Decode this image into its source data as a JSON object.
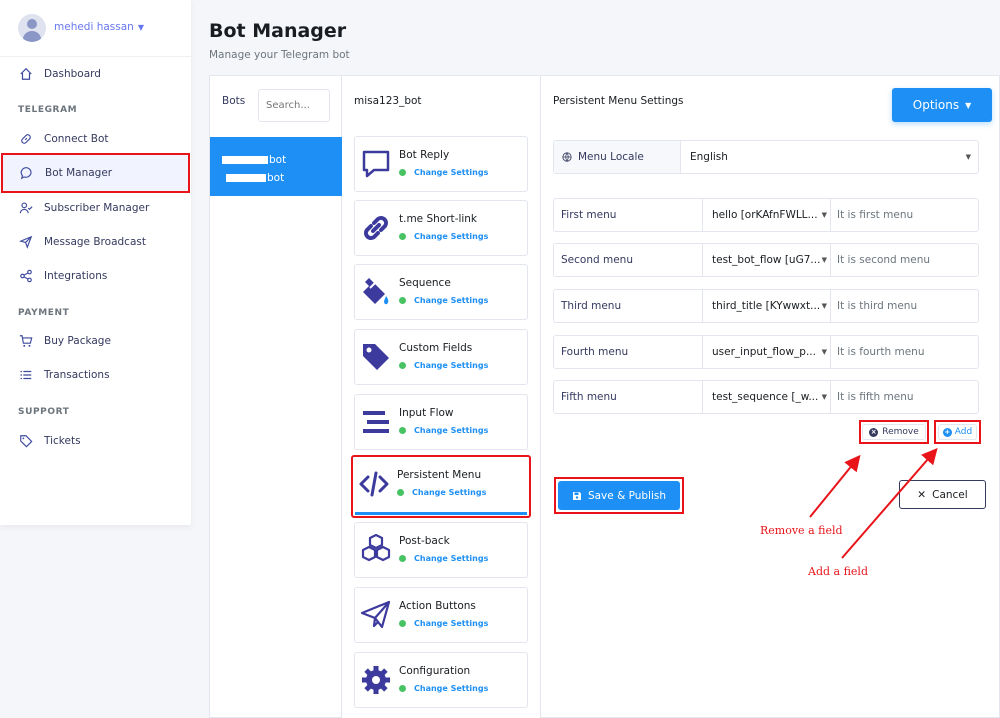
{
  "sidebar": {
    "username": "mehedi hassan",
    "items": {
      "dashboard": "Dashboard",
      "connect_bot": "Connect Bot",
      "bot_manager": "Bot Manager",
      "subscriber_manager": "Subscriber Manager",
      "message_broadcast": "Message Broadcast",
      "integrations": "Integrations",
      "buy_package": "Buy Package",
      "transactions": "Transactions",
      "tickets": "Tickets"
    },
    "headings": {
      "telegram": "TELEGRAM",
      "payment": "PAYMENT",
      "support": "SUPPORT"
    }
  },
  "header": {
    "title": "Bot Manager",
    "subtitle": "Manage your Telegram bot"
  },
  "bots": {
    "label": "Bots",
    "search_placeholder": "Search...",
    "entries": [
      "bot",
      "bot"
    ]
  },
  "bot_panel": {
    "bot_name": "misa123_bot",
    "change_label": "Change Settings",
    "menus": [
      {
        "title": "Bot Reply",
        "icon": "chat-icon"
      },
      {
        "title": "t.me Short-link",
        "icon": "link-icon"
      },
      {
        "title": "Sequence",
        "icon": "paint-bucket-icon"
      },
      {
        "title": "Custom Fields",
        "icon": "tag-icon"
      },
      {
        "title": "Input Flow",
        "icon": "stream-icon"
      },
      {
        "title": "Persistent Menu",
        "icon": "code-icon"
      },
      {
        "title": "Post-back",
        "icon": "cubes-icon"
      },
      {
        "title": "Action Buttons",
        "icon": "paper-plane-icon"
      },
      {
        "title": "Configuration",
        "icon": "cog-icon"
      }
    ]
  },
  "settings": {
    "title": "Persistent Menu Settings",
    "options_label": "Options",
    "locale_label": "Menu Locale",
    "locale_value": "English",
    "rows": [
      {
        "name": "First menu",
        "flow": "hello [orKAfnFWLL...",
        "desc": "It is first menu"
      },
      {
        "name": "Second menu",
        "flow": "test_bot_flow [uG7...",
        "desc": "It is second menu"
      },
      {
        "name": "Third menu",
        "flow": "third_title [KYwwxt...",
        "desc": "It is third menu"
      },
      {
        "name": "Fourth menu",
        "flow": "user_input_flow_p...",
        "desc": "It is fourth menu"
      },
      {
        "name": "Fifth menu",
        "flow": "test_sequence [_w...",
        "desc": "It is fifth menu"
      }
    ],
    "remove_label": "Remove",
    "add_label": "Add",
    "save_label": "Save & Publish",
    "cancel_label": "Cancel"
  },
  "annotations": {
    "remove": "Remove a field",
    "add": "Add a field"
  },
  "colors": {
    "accent": "#1e90f5",
    "highlight": "#e8141a",
    "success": "#47c363",
    "icon": "#3d3a9e"
  }
}
